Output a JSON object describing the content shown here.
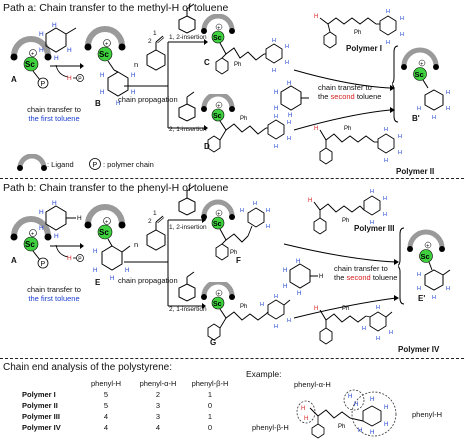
{
  "path_a": {
    "title": "Path a: Chain transfer to the methyl-H of toluene",
    "label_A": "A",
    "label_B": "B",
    "label_C": "C",
    "label_D": "D",
    "label_Bp": "B'",
    "chain_transfer_prefix": "chain transfer to",
    "chain_transfer_emph": "the first toluene",
    "chain_propagation": "chain propagation",
    "insertion_12": "1, 2-insertion",
    "insertion_21": "2, 1-insertion",
    "transfer_second_1": "chain transfer to",
    "transfer_second_2_emph": "second",
    "transfer_second_2_pre": "the",
    "transfer_second_2_post": "toluene",
    "polymer_1": "Polymer I",
    "polymer_2": "Polymer II",
    "n": "n",
    "styrene_num_1": "1",
    "styrene_num_2": "2"
  },
  "legend": {
    "ligand": ": Ligand",
    "polymer_chain": ": polymer chain",
    "p_symbol": "P"
  },
  "path_b": {
    "title": "Path b: Chain transfer to the phenyl-H of toluene",
    "label_A": "A",
    "label_E": "E",
    "label_F": "F",
    "label_G": "G",
    "label_Ep": "E'",
    "chain_transfer_prefix": "chain transfer to",
    "chain_transfer_emph": "the first toluene",
    "chain_propagation": "chain propagation",
    "insertion_12": "1, 2-insertion",
    "insertion_21": "2, 1-insertion",
    "transfer_second_1": "chain transfer to",
    "transfer_second_2_emph": "second",
    "transfer_second_2_pre": "the",
    "transfer_second_2_post": "toluene",
    "polymer_3": "Polymer III",
    "polymer_4": "Polymer IV",
    "n": "n",
    "styrene_num_1": "1",
    "styrene_num_2": "2"
  },
  "chain_end": {
    "title": "Chain end analysis of the polystyrene:",
    "headers": [
      "phenyl-H",
      "phenyl-α-H",
      "phenyl-β-H"
    ],
    "rows": [
      {
        "name": "Polymer I",
        "values": [
          "5",
          "2",
          "1"
        ]
      },
      {
        "name": "Polymer II",
        "values": [
          "5",
          "3",
          "0"
        ]
      },
      {
        "name": "Polymer III",
        "values": [
          "4",
          "3",
          "1"
        ]
      },
      {
        "name": "Polymer IV",
        "values": [
          "4",
          "4",
          "0"
        ]
      }
    ],
    "example_title": "Example:",
    "example_alpha": "phenyl-α-H",
    "example_beta": "phenyl-β-H",
    "example_phenyl": "phenyl-H"
  },
  "atoms": {
    "H": "H",
    "Sc": "Sc",
    "Ph": "Ph"
  },
  "colors": {
    "sc_fill": "#3fd13f",
    "blue_h": "#1c3fd1",
    "red_h": "#d81e1e",
    "ligand": "#9a9a9a"
  }
}
